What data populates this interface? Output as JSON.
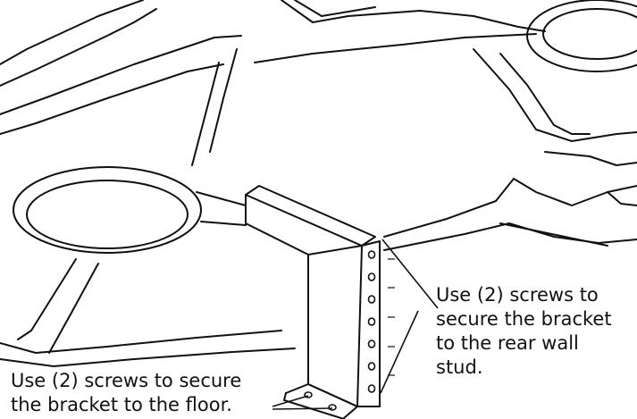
{
  "diagram": {
    "callout_wall": {
      "lines": [
        "Use (2) screws to",
        "secure the bracket",
        "to the rear wall",
        "stud."
      ]
    },
    "callout_floor": {
      "lines": [
        "Use (2) screws to secure",
        "the bracket to the floor."
      ]
    }
  },
  "colors": {
    "ink": "#111111",
    "background": "#ffffff"
  }
}
